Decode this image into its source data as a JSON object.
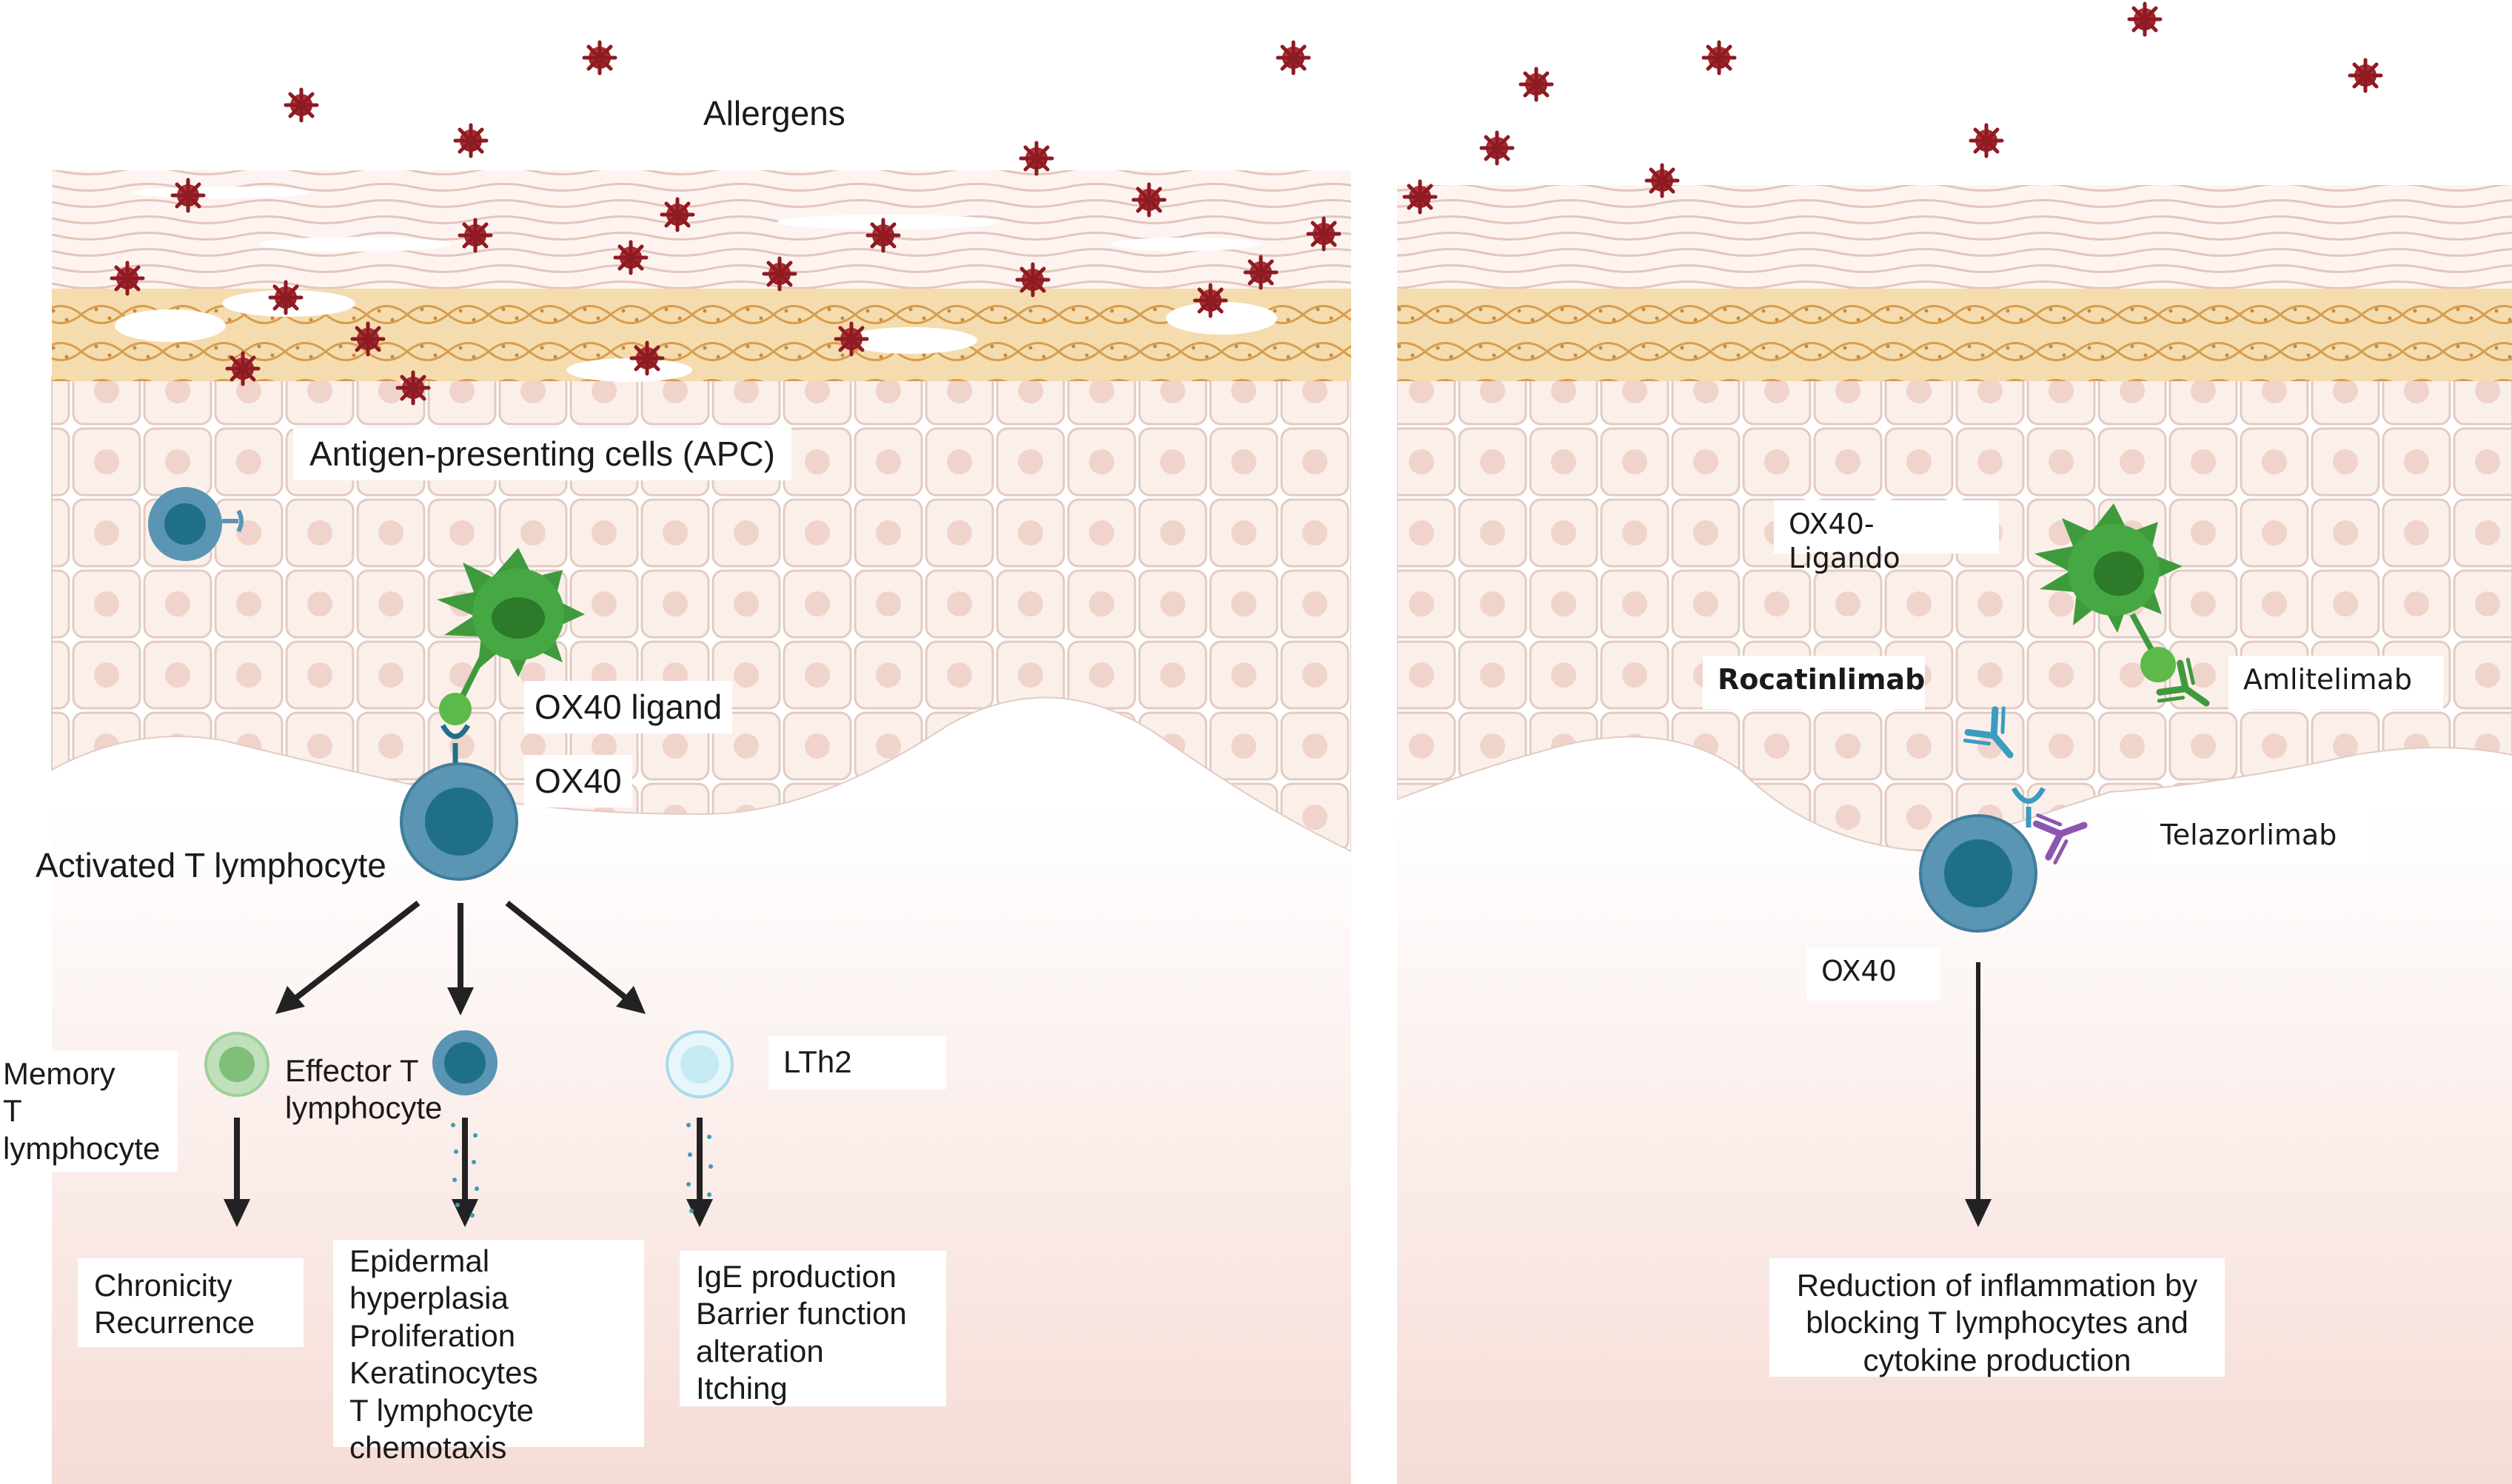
{
  "colors": {
    "allergen": "#a3202b",
    "stratum_corneum_line": "#e2c4bb",
    "granular_fill": "#f2d7a4",
    "granular_line": "#d89a48",
    "keratinocyte_fill": "#fbefea",
    "keratinocyte_line": "#e0c8c0",
    "dermis_fill": "#f9e4df",
    "apc_green": "#3f9a3c",
    "t_cell_blue": "#1f6f88",
    "memory_green": "#9ed09a",
    "lth2_cyan": "#d3eff5",
    "rocatinlimab_blue": "#3a9cc0",
    "amlitelimab_green": "#3f9a3c",
    "telazorlimab_purple": "#8b56b0"
  },
  "left_panel": {
    "allergens_label": "Allergens",
    "apc_label": "Antigen-presenting cells (APC)",
    "ox40_ligand_label": "OX40 ligand",
    "ox40_label": "OX40",
    "activated_t_label": "Activated T lymphocyte",
    "memory_label": "Memory\nT lymphocyte",
    "effector_label": "Effector T\nlymphocyte",
    "lth2_label": "LTh2",
    "outcome_memory": "Chronicity\nRecurrence",
    "outcome_effector": "Epidermal\nhyperplasia\nProliferation\nKeratinocytes\nT lymphocyte\nchemotaxis",
    "outcome_lth2": "IgE production\nBarrier function\nalteration\nItching"
  },
  "right_panel": {
    "ox40_ligando_label": "OX40-Ligando",
    "rocatinlimab_label": "Rocatinlimab",
    "amlitelimab_label": "Amlitelimab",
    "telazorlimab_label": "Telazorlimab",
    "ox40_label": "OX40",
    "outcome": "Reduction of inflammation by\nblocking T lymphocytes and\ncytokine production"
  }
}
